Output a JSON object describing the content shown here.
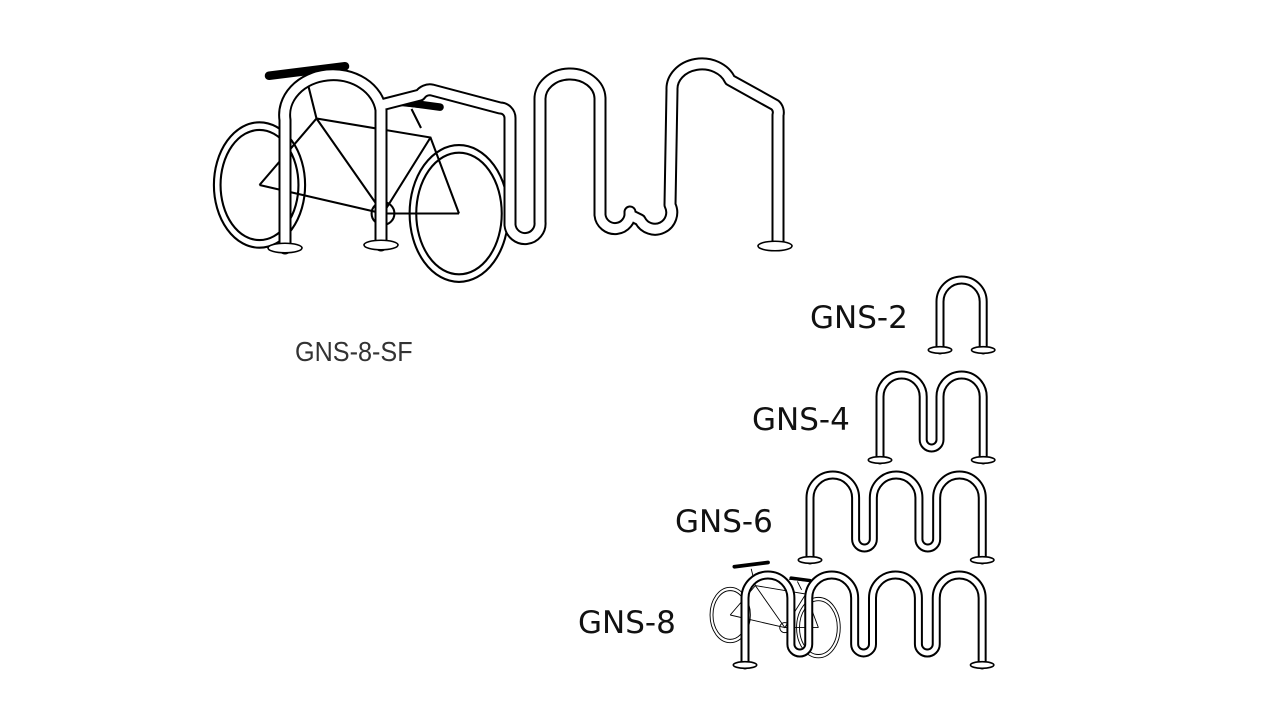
{
  "main_model": {
    "label": "GNS-8-SF"
  },
  "models": [
    {
      "label": "GNS-2",
      "loops": 1
    },
    {
      "label": "GNS-4",
      "loops": 2
    },
    {
      "label": "GNS-6",
      "loops": 3
    },
    {
      "label": "GNS-8",
      "loops": 4
    }
  ],
  "colors": {
    "line": "#000000",
    "background": "#ffffff"
  }
}
